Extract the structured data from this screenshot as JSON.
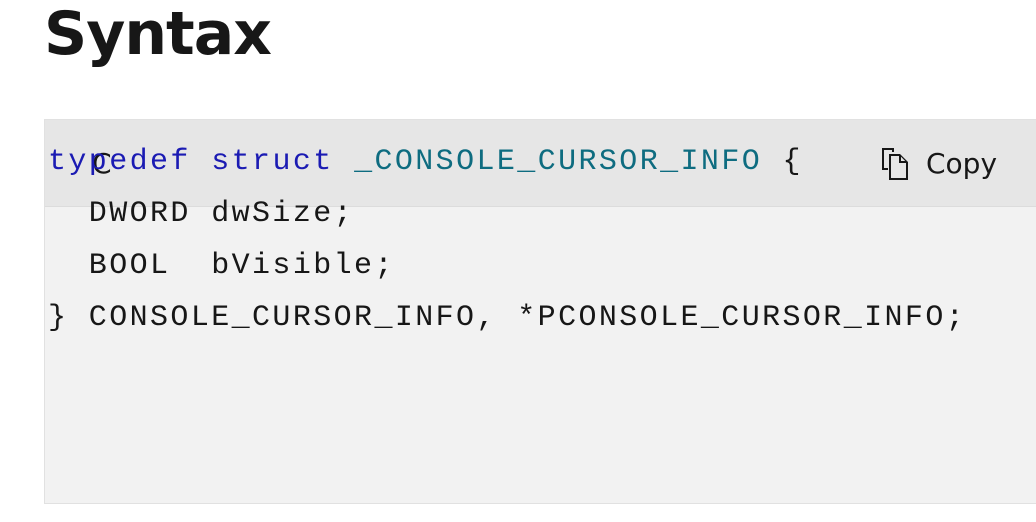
{
  "page": {
    "heading": "Syntax"
  },
  "code_block": {
    "language": "C",
    "copy_label": "Copy",
    "copy_icon": "copy-icon",
    "lines": {
      "l1": {
        "kw1": "typedef",
        "kw2": "struct",
        "name": "_CONSOLE_CURSOR_INFO",
        "brace": "{"
      },
      "l2": {
        "text": "  DWORD dwSize;"
      },
      "l3": {
        "text": "  BOOL  bVisible;"
      },
      "l4": {
        "text": "} CONSOLE_CURSOR_INFO, *PCONSOLE_CURSOR_INFO;"
      }
    }
  },
  "colors": {
    "keyword": "#1b1bb3",
    "type_name": "#0e6c80",
    "header_bg": "#e6e6e6",
    "body_bg": "#f2f2f2"
  }
}
